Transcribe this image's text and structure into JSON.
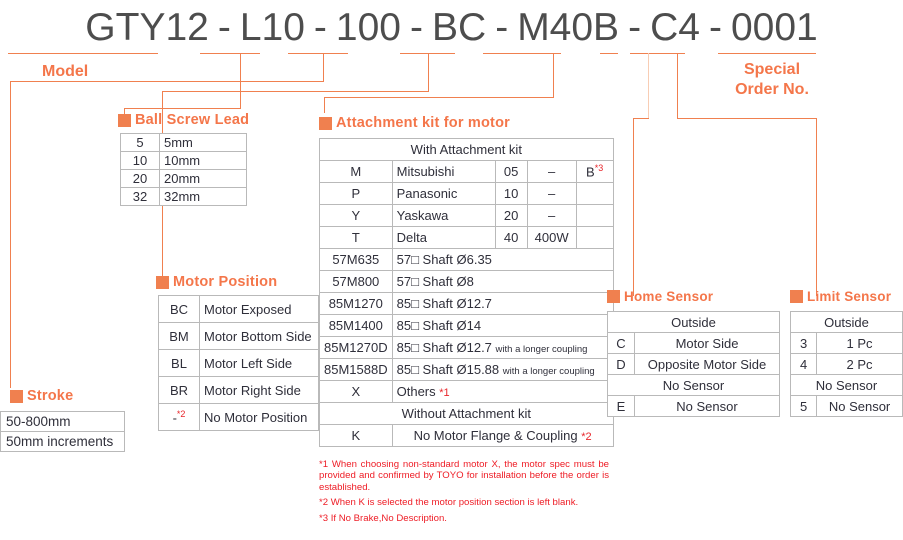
{
  "model_code": {
    "segments": [
      "GTY12",
      "L10",
      "100",
      "BC",
      "M40B",
      "C4",
      "0001"
    ],
    "separator": "-"
  },
  "labels": {
    "model": "Model",
    "special_order": "Special\nOrder No.",
    "special_order_line1": "Special",
    "special_order_line2": "Order No."
  },
  "stroke": {
    "title": "Stroke",
    "range": "50-800mm",
    "increments": "50mm increments"
  },
  "ball_screw_lead": {
    "title": "Ball Screw Lead",
    "rows": [
      {
        "code": "5",
        "desc": "5mm"
      },
      {
        "code": "10",
        "desc": "10mm"
      },
      {
        "code": "20",
        "desc": "20mm"
      },
      {
        "code": "32",
        "desc": "32mm"
      }
    ]
  },
  "motor_position": {
    "title": "Motor Position",
    "rows": [
      {
        "code": "BC",
        "note": "",
        "desc": "Motor Exposed"
      },
      {
        "code": "BM",
        "note": "",
        "desc": "Motor Bottom Side"
      },
      {
        "code": "BL",
        "note": "",
        "desc": "Motor Left Side"
      },
      {
        "code": "BR",
        "note": "",
        "desc": "Motor Right Side"
      },
      {
        "code": "-",
        "note": "*2",
        "desc": "No Motor Position"
      }
    ]
  },
  "attachment_kit": {
    "title": "Attachment kit for motor",
    "with_header": "With Attachment kit",
    "without_header": "Without  Attachment kit",
    "maker_rows": [
      {
        "code": "M",
        "maker": "Mitsubishi",
        "size": "05",
        "watt": "–",
        "brake": "B",
        "brake_note": "*3",
        "size_shaded": false
      },
      {
        "code": "P",
        "maker": "Panasonic",
        "size": "10",
        "watt": "–",
        "brake": "",
        "brake_note": "",
        "size_shaded": false
      },
      {
        "code": "Y",
        "maker": "Yaskawa",
        "size": "20",
        "watt": "–",
        "brake": "",
        "brake_note": "",
        "size_shaded": false
      },
      {
        "code": "T",
        "maker": "Delta",
        "size": "40",
        "watt": "400W",
        "brake": "",
        "brake_note": "",
        "size_shaded": true
      }
    ],
    "shaft_rows": [
      {
        "code": "57M635",
        "desc": "57□ Shaft Ø6.35",
        "suffix": ""
      },
      {
        "code": "57M800",
        "desc": "57□ Shaft Ø8",
        "suffix": ""
      },
      {
        "code": "85M1270",
        "desc": "85□ Shaft Ø12.7",
        "suffix": ""
      },
      {
        "code": "85M1400",
        "desc": "85□ Shaft Ø14",
        "suffix": ""
      },
      {
        "code": "85M1270D",
        "desc": "85□ Shaft Ø12.7",
        "suffix": "with a longer coupling"
      },
      {
        "code": "85M1588D",
        "desc": "85□ Shaft Ø15.88",
        "suffix": "with a longer coupling"
      }
    ],
    "others_row": {
      "code": "X",
      "desc": "Others ",
      "note": "*1"
    },
    "without_row": {
      "code": "K",
      "desc": "No Motor Flange & Coupling ",
      "note": "*2"
    }
  },
  "home_sensor": {
    "title": "Home Sensor",
    "group_outside": "Outside",
    "group_nosensor": "No Sensor",
    "outside_rows": [
      {
        "code": "C",
        "desc": "Motor Side"
      },
      {
        "code": "D",
        "desc": "Opposite Motor Side"
      }
    ],
    "nosensor_rows": [
      {
        "code": "E",
        "desc": "No Sensor"
      }
    ]
  },
  "limit_sensor": {
    "title": "Limit Sensor",
    "group_outside": "Outside",
    "group_nosensor": "No Sensor",
    "outside_rows": [
      {
        "code": "3",
        "desc": "1 Pc"
      },
      {
        "code": "4",
        "desc": "2 Pc"
      }
    ],
    "nosensor_rows": [
      {
        "code": "5",
        "desc": "No Sensor"
      }
    ]
  },
  "footnotes": [
    "*1 When choosing non-standard motor X, the motor spec must be provided and confirmed by TOYO for installation before the order is established.",
    "*2 When K is selected the motor position section is left blank.",
    "*3 If No Brake,No Description."
  ],
  "colors": {
    "accent_orange": "#f0804f",
    "title_orange": "#f4764a",
    "cell_peach": "#fbe0cd",
    "note_red": "#ee1c25",
    "code_gray": "#4d4d4d",
    "border_gray": "#b9b9b9"
  }
}
